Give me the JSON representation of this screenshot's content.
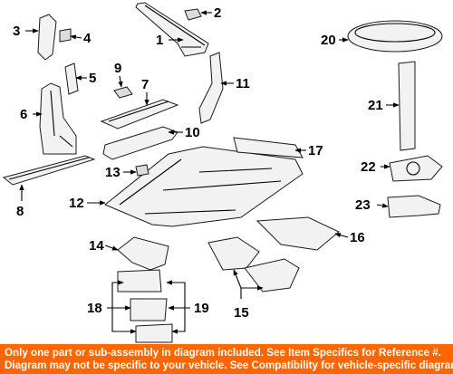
{
  "callouts": [
    "1",
    "2",
    "3",
    "4",
    "5",
    "6",
    "7",
    "8",
    "9",
    "10",
    "11",
    "12",
    "13",
    "14",
    "15",
    "16",
    "17",
    "18",
    "19",
    "20",
    "21",
    "22",
    "23"
  ],
  "footer": {
    "line1": "Only one part or sub-assembly in diagram included. See Item Specifics for Reference #.",
    "line2": "Diagram may not be specific to your vehicle. See Compatibility for vehicle-specific diagrams."
  },
  "colors": {
    "footer_bg": "#ff6600",
    "footer_text": "#ffffff",
    "line": "#000000"
  }
}
